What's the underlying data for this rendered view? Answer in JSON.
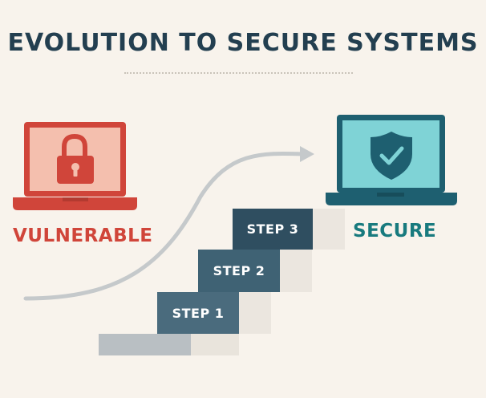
{
  "title": "EVOLUTION TO SECURE SYSTEMS",
  "left": {
    "label": "VULNERABLE",
    "icon": "padlock-icon",
    "color": "#d0453a"
  },
  "right": {
    "label": "SECURE",
    "icon": "shield-check-icon",
    "color": "#187a7e"
  },
  "steps": [
    {
      "label": "STEP 1"
    },
    {
      "label": "STEP 2"
    },
    {
      "label": "STEP 3"
    }
  ]
}
